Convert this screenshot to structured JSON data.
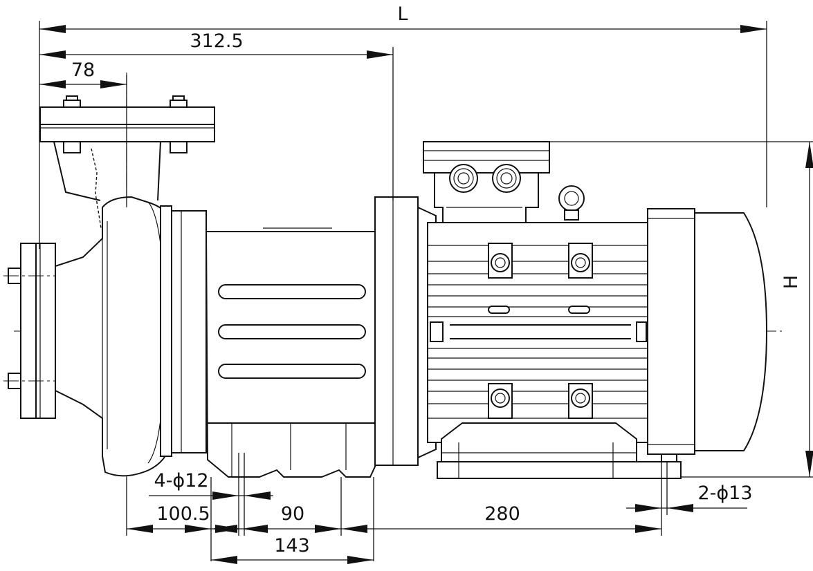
{
  "dimensions": {
    "overall_length": "L",
    "overall_height": "H",
    "suction_to_motor_flange": "312.5",
    "flange_offset": "78",
    "pump_feet_holes": "4-ϕ12",
    "axis_to_first_foot": "100.5",
    "pump_feet_spacing": "90",
    "pump_base_length": "143",
    "to_motor_foot": "280",
    "motor_feet_holes": "2-ϕ13"
  }
}
